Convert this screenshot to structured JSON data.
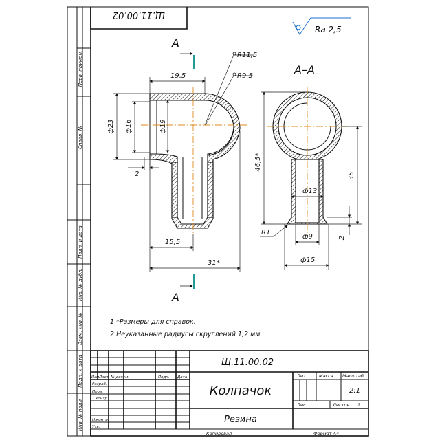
{
  "colors": {
    "line": "#111111",
    "axis": "#e08a1e",
    "cut_mark": "#0b8f88",
    "surface_mark": "#1a6fd0"
  },
  "drawing_no_mirrored": "Щ.11.00.02",
  "roughness": "Ra 2,5",
  "section_letter": "A",
  "section_title": "А–А",
  "dims": {
    "r_outer": "R11,5",
    "r_inner": "R9,5",
    "len_19_5": "19,5",
    "d23": "ф23",
    "d16": "ф16",
    "d19": "ф19",
    "wall2": "2",
    "len_15_5": "15,5",
    "len_31": "31*",
    "h46_5": "46,5*",
    "h35": "35",
    "d13": "ф13",
    "d9": "ф9",
    "r1": "R1",
    "h2": "2",
    "d15": "ф15"
  },
  "notes": [
    "1  *Размеры для справок.",
    "2  Неуказанные радиусы скруглений 1,2 мм."
  ],
  "side_labels": [
    "Перв. примен.",
    "Справ. №",
    "Подп. и дата",
    "Инв. № дубл.",
    "Взам. инв. №",
    "Подп. и дата",
    "Инв. № подл."
  ],
  "title_block": {
    "drawing_no": "Щ.11.00.02",
    "part_name": "Колпачок",
    "material": "Резина",
    "lit": "Лит",
    "mass": "Масса",
    "scale_label": "Масштаб",
    "scale": "2:1",
    "sheet": "Лист",
    "sheets": "Листов",
    "sheets_count": "1",
    "headers": [
      "Изм",
      "Лист",
      "№ докум.",
      "Подп.",
      "Дата"
    ],
    "roles": [
      "Разраб.",
      "Пров.",
      "Т.контр.",
      "",
      "Н.контр.",
      "Утв."
    ],
    "copied": "Копировал",
    "format": "Формат  А4"
  }
}
